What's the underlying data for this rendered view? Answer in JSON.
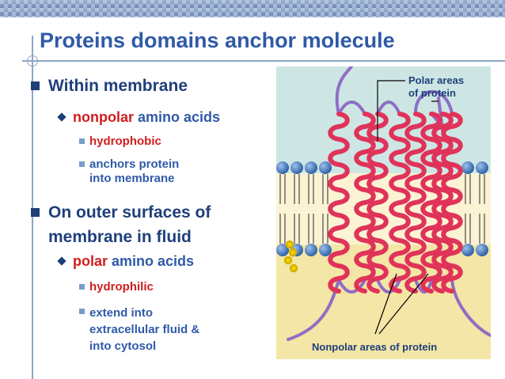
{
  "title": "Proteins domains anchor molecule",
  "bullets": {
    "within": "Within membrane",
    "nonpolar_word": "nonpolar",
    "nonpolar_rest": " amino acids",
    "hydrophobic": "hydrophobic",
    "anchors_line1": "anchors protein",
    "anchors_line2": "into membrane",
    "outer_line1": "On outer surfaces of",
    "outer_line2": "membrane in fluid",
    "polar_word": "polar",
    "polar_rest": " amino acids",
    "hydrophilic": "hydrophilic",
    "extend_line1": "extend into",
    "extend_line2": "extracellular fluid &",
    "extend_line3": "into cytosol"
  },
  "figure": {
    "polar_label_line1": "Polar areas",
    "polar_label_line2": "of protein",
    "nonpolar_label": "Nonpolar areas of protein"
  },
  "colors": {
    "title": "#2f5aa8",
    "bullet_dark": "#1f3f7a",
    "emphasis_red": "#d11d1d",
    "extracellular": "#cde6e4",
    "cytosol": "#f3e6a6",
    "helix": "#e0335a",
    "loop": "#8f6ec4",
    "phospholipid_head": "#2e63a8"
  }
}
